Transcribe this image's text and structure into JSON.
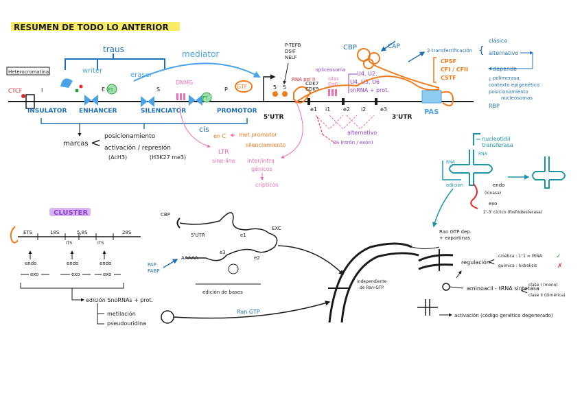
{
  "title": "RESUMEN DE TODO LO ANTERIOR",
  "top": {
    "heterocromatina": "Heterocromatina",
    "ctcf": "CTCF",
    "insulator": "INSULATOR",
    "enhancer": "ENHANCER",
    "silenciator": "SILENCIATOR",
    "promotor": "PROMOTOR",
    "trans": "traus",
    "mediator": "mediator",
    "writer": "writer",
    "eraser": "eraser",
    "i": "I",
    "e": "E",
    "s": "S",
    "p": "P",
    "ft1": "FT",
    "ft2": "FT",
    "dnmg": "DNMG",
    "gtf": "GTF",
    "ptefb": "P-TEFB\nDSIF\nNELF",
    "rnapol": "RNA pol II",
    "cap_label": "CAP",
    "cbp": "CBP",
    "utr5": "5'UTR",
    "utr3": "3'UTR",
    "pas": "PAS",
    "exons": [
      "e1",
      "e2",
      "e3"
    ],
    "introns": [
      "i1",
      "i2"
    ],
    "cdk7": "CDK7\nCDK9",
    "spliceosome": "spliceosoma",
    "islas": "islas\nCpG",
    "snrna": "U4, U2,\nU4, U5, U6\nsnRNA + prot.",
    "alternativo": "alternativo",
    "alt_sub": "(% intrón / exón)",
    "cis": "cis",
    "marcas": "marcas",
    "posicionamiento": "posicionamiento",
    "activacion": "activación / represión",
    "ach3": "(AcH3)",
    "h3k27": "(H3K27 me3)",
    "en_c": "en C",
    "met_promotor": "met promotor",
    "silenciamiento": "silenciamiento",
    "ltr": "LTR",
    "sine": "sine-line",
    "inter": "inter/intra",
    "genicos": "génicos",
    "cripticos": "crípticos",
    "s1": "5",
    "s2": "5"
  },
  "right": {
    "transferrificacion": "2 transferrificación",
    "clasico": "clásico",
    "alternativo": "alternativo",
    "cpsf": "CPSF",
    "cfi": "CFI / CFII",
    "cstf": "CSTF",
    "depende": "depende",
    "items": [
      "¿ polimerasa",
      "contexto epigenético",
      "posicionamiento",
      "nucleosomas"
    ],
    "rbp": "RBP"
  },
  "trna": {
    "nucleotidil": "nucleotidil",
    "transferasa": "transferasa",
    "rna": "RNA",
    "rnase": "RNA",
    "edicion": "edición",
    "endo": "endo",
    "kinasa": "(kinasa)",
    "exo": "exo",
    "ciclico": "2'-3' cíclico (fosfodiesterasa)",
    "ran_gtp": "Ran GTP dep.\n+ exportinas",
    "regulacion": "regulación",
    "cinetica": "cinética : 1°1 = tRNA",
    "quimica": "química : hidrolisis",
    "aminoacil": "aminoacil - tRNA sintetasa",
    "clase1": "clase I (mono)",
    "clase2": "clase II (dimérica)",
    "activacion": "activación (código genético degenerado)"
  },
  "cluster": {
    "title": "CLUSTER",
    "ets": "ETS",
    "s18": "18S",
    "s58": "5,8S",
    "s28": "28S",
    "its1": "ITS",
    "its2": "ITS",
    "endo": [
      "endo",
      "endo",
      "endo"
    ],
    "exo": [
      "exo",
      "exo",
      "exo"
    ],
    "edicion": "edición SnoRNAs + prot.",
    "metilacion": "metilación",
    "pseudouridin": "pseudouridina",
    "ran_gtp": "Ran GTP",
    "independiente": "independiente\nde Ran-GTP"
  },
  "mrna": {
    "cbp": "CBP",
    "utr5": "5'UTR",
    "exc": "EXC",
    "e1": "e1",
    "e2": "e2",
    "e3": "e3",
    "aaaa": "AAAAA",
    "pap": "PAP\nPABP",
    "edicion_bases": "edición de bases"
  }
}
